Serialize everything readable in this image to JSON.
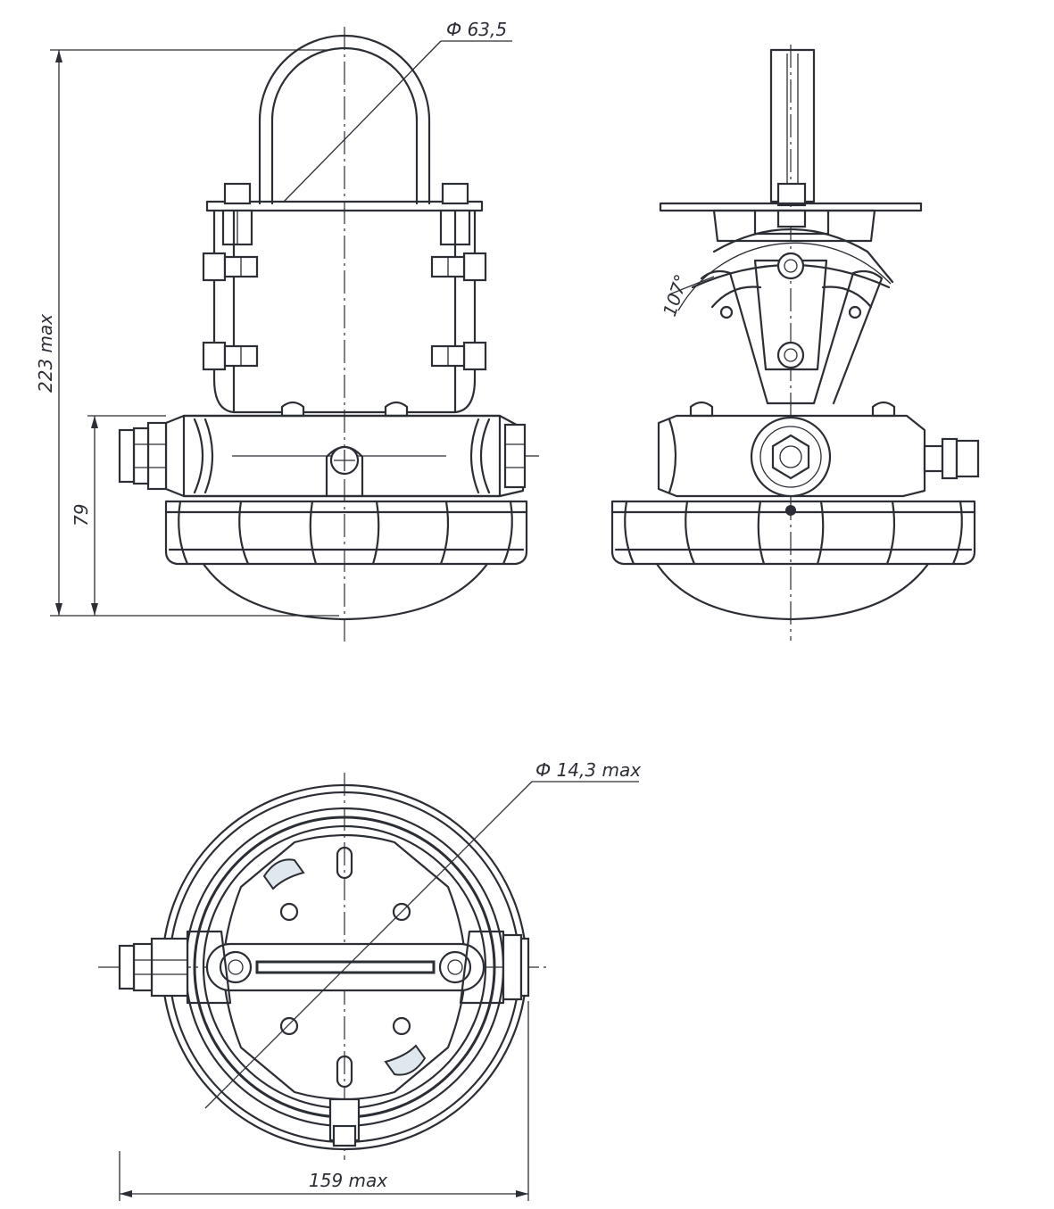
{
  "dimensions": {
    "pipe_diameter": "Ф 63,5",
    "overall_height": "223 max",
    "body_height": "79",
    "angle": "107°",
    "cover_diameter": "Ф 14,3 max",
    "overall_width": "159 max"
  }
}
